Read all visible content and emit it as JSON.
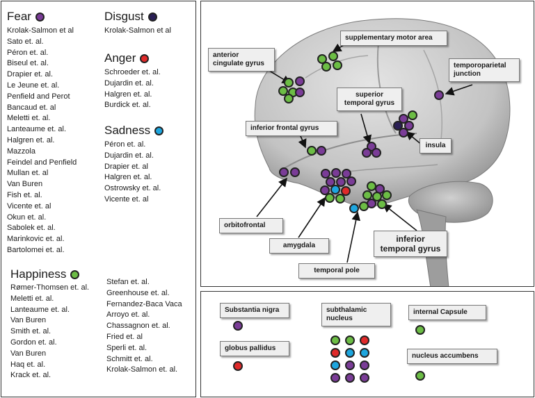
{
  "colors": {
    "fear": "#7a3c97",
    "disgust": "#2a1f55",
    "anger": "#e02a2a",
    "sadness": "#1da6df",
    "happiness": "#6cbd45"
  },
  "emotions": {
    "fear": {
      "title": "Fear",
      "authors": [
        "Krolak-Salmon et al",
        "Sato et. al.",
        "Péron et. al.",
        "Biseul et. al.",
        "Drapier et. al.",
        "Le Jeune et. al.",
        "Penfield and Perot",
        "Bancaud et. al",
        "Meletti et. al.",
        "Lanteaume et. al.",
        "Halgren et. al.",
        "Mazzola",
        "Feindel and Penfield",
        "Mullan et. al",
        "Van Buren",
        "Fish et. al.",
        "Vicente et. al",
        "Okun et. al.",
        "Sabolek et. al.",
        "Marinkovic et. al.",
        "Bartolomei et. al."
      ]
    },
    "disgust": {
      "title": "Disgust",
      "authors": [
        "Krolak-Salmon et al"
      ]
    },
    "anger": {
      "title": "Anger",
      "authors": [
        "Schroeder et. al.",
        "Dujardin et. al.",
        "Halgren et. al.",
        "Burdick et. al."
      ]
    },
    "sadness": {
      "title": "Sadness",
      "authors": [
        "Péron et. al.",
        "Dujardin et. al.",
        "Drapier et. al",
        "Halgren et. al.",
        "Ostrowsky et. al.",
        "Vicente et. al"
      ]
    },
    "happiness": {
      "title": "Happiness",
      "authors_col1": [
        "Rømer-Thomsen et. al.",
        "Meletti et. al.",
        "Lanteaume et. al.",
        "Van Buren",
        "Smith et. al.",
        "Gordon et. al.",
        "Van Buren",
        "Haq et. al.",
        "Krack et. al."
      ],
      "authors_col2": [
        "Stefan et. al.",
        "Greenhouse et. al.",
        "Fernandez-Baca Vaca",
        "Arroyo et. al.",
        "Chassagnon et. al.",
        "Fried et. al",
        "Sperli et. al.",
        "Schmitt et. al.",
        "Krolak-Salmon et. al."
      ]
    }
  },
  "brain_labels": {
    "sma": "supplementary motor area",
    "acg": "anterior cingulate gyrus",
    "tpj": "temporoparietal junction",
    "stg": "superior temporal gyrus",
    "ifg": "inferior frontal gyrus",
    "insula": "insula",
    "orbitofrontal": "orbitofrontal",
    "amygdala": "amygdala",
    "itg": "inferior temporal gyrus",
    "tpole": "temporal pole"
  },
  "subcortical_labels": {
    "sn": "Substantia nigra",
    "stn": "subthalamic nucleus",
    "ic": "internal Capsule",
    "gp": "globus pallidus",
    "nacc": "nucleus accumbens"
  }
}
